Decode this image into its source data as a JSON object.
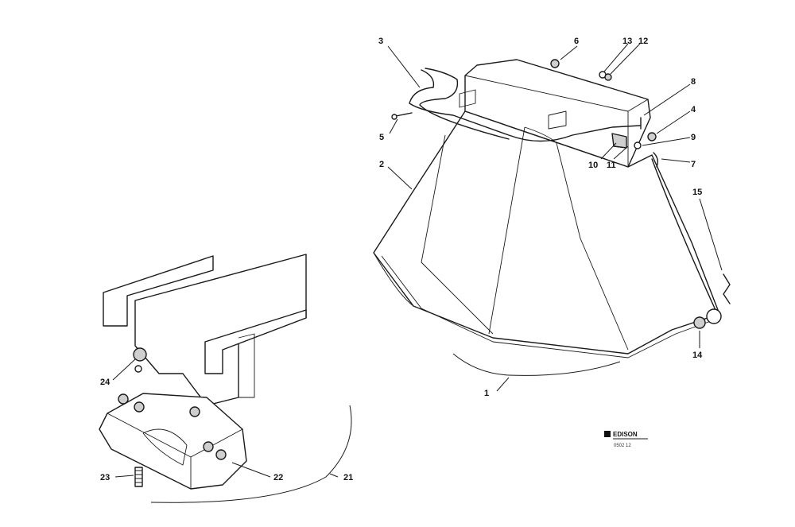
{
  "callouts": {
    "c1": "1",
    "c2": "2",
    "c3": "3",
    "c4": "4",
    "c5": "5",
    "c6": "6",
    "c7": "7",
    "c8": "8",
    "c9": "9",
    "c10": "10",
    "c11": "11",
    "c12": "12",
    "c13": "13",
    "c14": "14",
    "c15": "15",
    "c21": "21",
    "c22": "22",
    "c23": "23",
    "c24": "24"
  },
  "logo": {
    "brand": "EDISON",
    "code": "0502 12"
  },
  "colors": {
    "ink": "#1a1a1a",
    "shade": "#cfcfcf",
    "background": "#ffffff"
  }
}
